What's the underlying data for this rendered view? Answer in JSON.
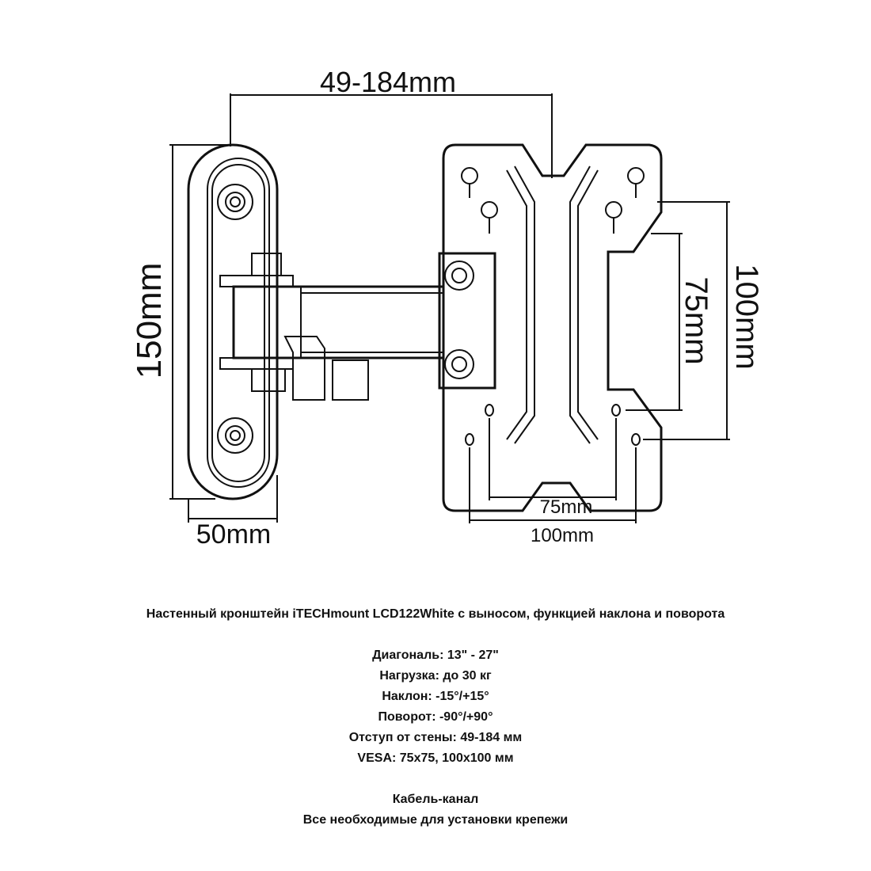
{
  "dimensions": {
    "offset": "49-184mm",
    "wall_plate_height": "150mm",
    "wall_plate_width": "50mm",
    "vesa_vertical_small": "75mm",
    "vesa_vertical_large": "100mm",
    "vesa_horizontal_small": "75mm",
    "vesa_horizontal_large": "100mm"
  },
  "description": {
    "title": "Настенный кронштейн iTECHmount LCD122White с выносом, функцией наклона и поворота",
    "specs": [
      "Диагональ: 13\" - 27\"",
      "Нагрузка: до 30 кг",
      "Наклон: -15°/+15°",
      "Поворот: -90°/+90°",
      "Отступ от стены: 49-184 мм",
      "VESA: 75x75, 100x100 мм"
    ],
    "extras": [
      "Кабель-канал",
      "Все необходимые для установки крепежи"
    ]
  }
}
